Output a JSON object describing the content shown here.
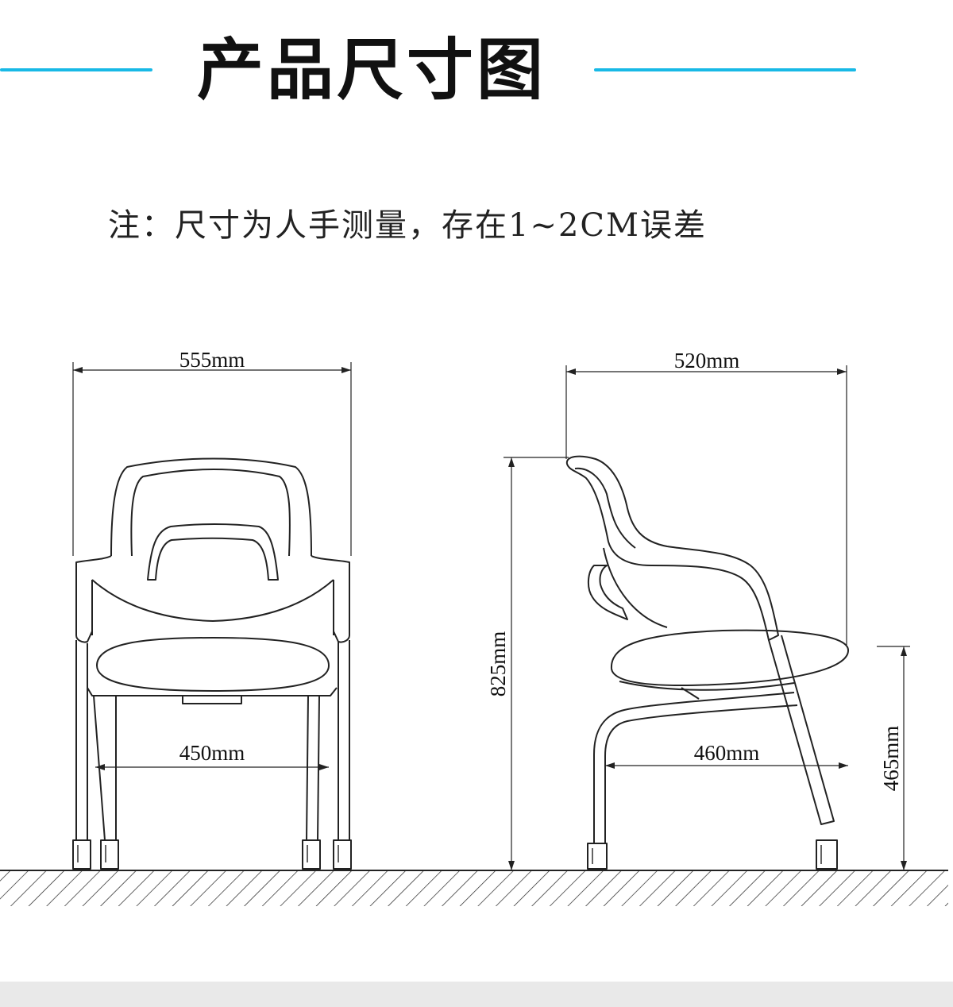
{
  "header": {
    "title": "产品尺寸图",
    "accent_color": "#18b9e6"
  },
  "note": "注：尺寸为人手测量，存在1~2CM误差",
  "dimensions": {
    "front_width": "555mm",
    "front_leg_span": "450mm",
    "side_depth": "520mm",
    "side_leg_span": "460mm",
    "total_height": "825mm",
    "seat_height": "465mm"
  }
}
